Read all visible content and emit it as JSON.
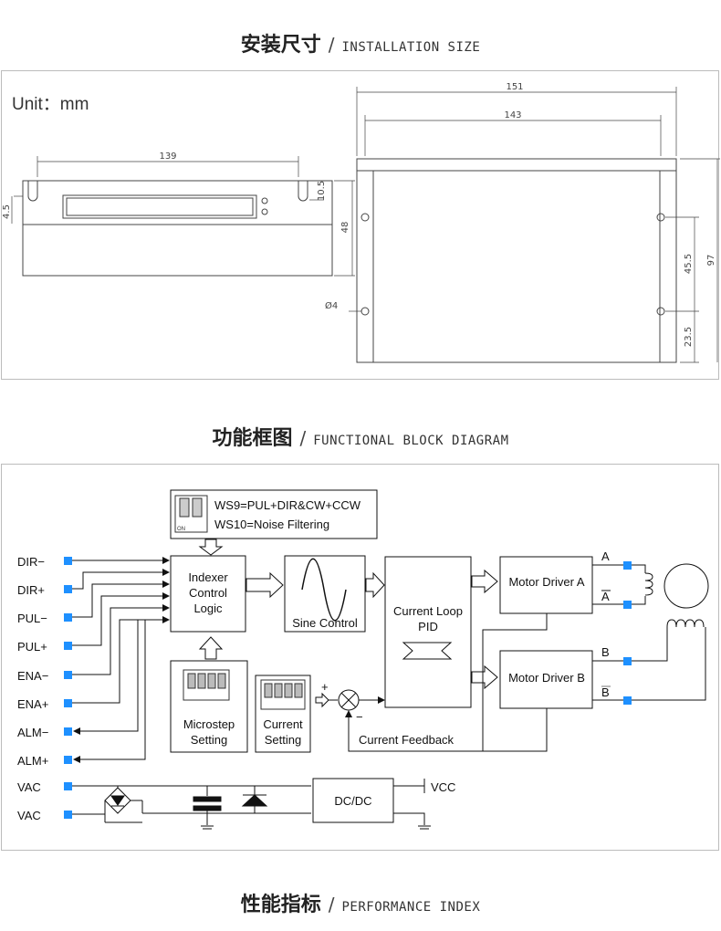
{
  "sections": {
    "installation": {
      "cn": "安装尺寸",
      "sep": "/",
      "en": "INSTALLATION SIZE"
    },
    "functional": {
      "cn": "功能框图",
      "sep": "/",
      "en": "FUNCTIONAL BLOCK DIAGRAM"
    },
    "performance": {
      "cn": "性能指标",
      "sep": "/",
      "en": "PERFORMANCE INDEX"
    }
  },
  "dimensions": {
    "unit_label": "Unit：mm",
    "w139": "139",
    "d45": "4.5",
    "d105": "10.5",
    "h48": "48",
    "w151": "151",
    "w143": "143",
    "hole": "Ø4",
    "d455": "45.5",
    "d235": "23.5",
    "h97": "97"
  },
  "diagram": {
    "dip_top": {
      "line1": "WS9=PUL+DIR&CW+CCW",
      "line2": "WS10=Noise Filtering"
    },
    "inputs": [
      "DIR−",
      "DIR+",
      "PUL−",
      "PUL+",
      "ENA−",
      "ENA+",
      "ALM−",
      "ALM+",
      "VAC",
      "VAC"
    ],
    "indexer": [
      "Indexer",
      "Control",
      "Logic"
    ],
    "sine": "Sine Control",
    "current_loop": [
      "Current Loop",
      "PID"
    ],
    "driver_a": "Motor Driver A",
    "driver_b": "Motor Driver B",
    "out_a": "A",
    "out_abar": "A",
    "out_b": "B",
    "out_bbar": "B",
    "microstep": [
      "Microstep",
      "Setting"
    ],
    "current_setting": [
      "Current",
      "Setting"
    ],
    "plus": "+",
    "minus": "−",
    "feedback": "Current Feedback",
    "dcdc": "DC/DC",
    "vcc": "VCC",
    "dip_on": "ON"
  }
}
